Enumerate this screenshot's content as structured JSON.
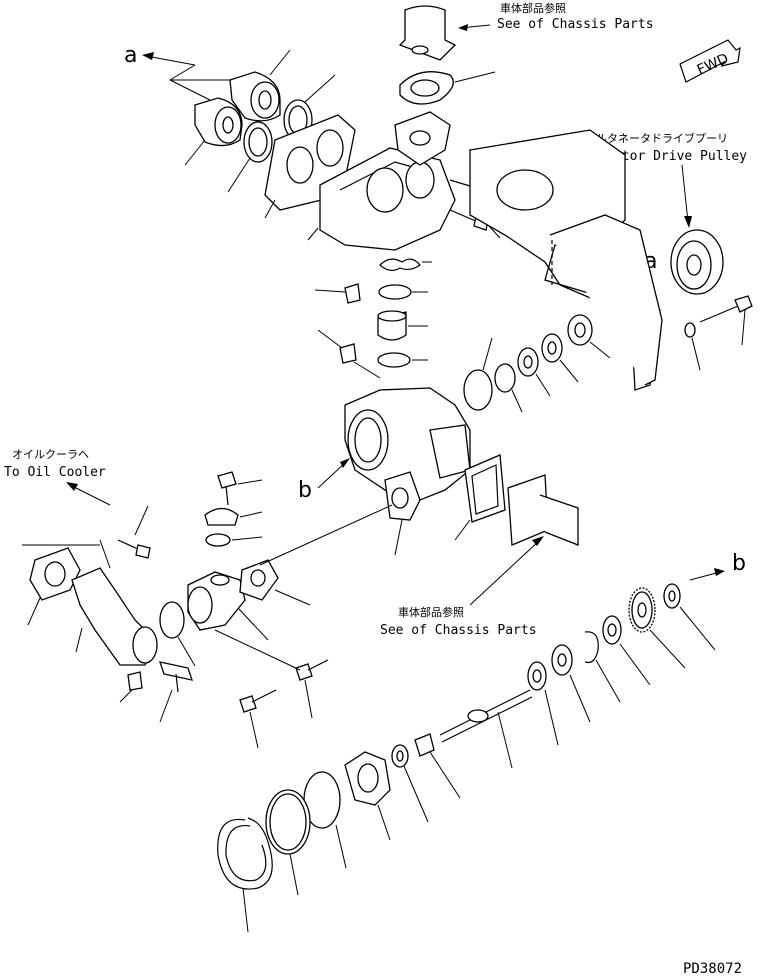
{
  "labels": {
    "chassis_top_jp": "車体部品参照",
    "chassis_top_en": "See of Chassis Parts",
    "fwd": "FWD",
    "alt_jp": "オルタネータドライブプーリ",
    "alt_en": "Alternator Drive Pulley",
    "oil_jp": "オイルクーラヘ",
    "oil_en": "To Oil Cooler",
    "chassis_mid_jp": "車体部品参照",
    "chassis_mid_en": "See of Chassis Parts",
    "ref_a": "a",
    "ref_b": "b",
    "drawing_code": "PD38072"
  }
}
